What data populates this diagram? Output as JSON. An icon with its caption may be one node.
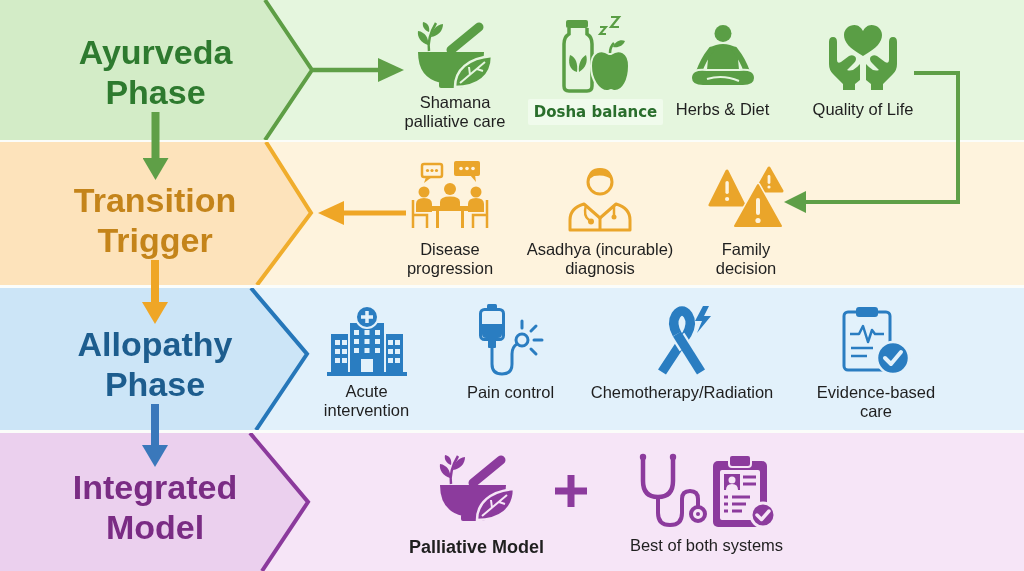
{
  "diagram": {
    "nodes": [
      {
        "text": [],
        "shape": "band"
      },
      {
        "text": [
          "Ayurveda Phase"
        ],
        "in": 0
      },
      {
        "text": [
          "Shamana palliative care"
        ],
        "in": 0
      },
      {
        "text": [
          "Dosha balance"
        ],
        "in": 0
      },
      {
        "text": [
          "Herbs & Diet"
        ],
        "in": 0
      },
      {
        "text": [
          "Quality of Life"
        ],
        "in": 0
      },
      {
        "text": [],
        "shape": "band"
      },
      {
        "text": [
          "Transition Trigger"
        ],
        "in": 6
      },
      {
        "text": [
          "Disease progression"
        ],
        "in": 6
      },
      {
        "text": [
          "Asadhya (incurable) diagnosis"
        ],
        "in": 6
      },
      {
        "text": [
          "Family decision"
        ],
        "in": 6
      },
      {
        "text": [],
        "shape": "band"
      },
      {
        "text": [
          "Allopathy Phase"
        ],
        "in": 11
      },
      {
        "text": [
          "Acute intervention"
        ],
        "in": 11
      },
      {
        "text": [
          "Pain control"
        ],
        "in": 11
      },
      {
        "text": [
          "Chemotherapy/Radiation"
        ],
        "in": 11
      },
      {
        "text": [
          "Evidence-based care"
        ],
        "in": 11
      },
      {
        "text": [],
        "shape": "band"
      },
      {
        "text": [
          "Integrated Model"
        ],
        "in": 17
      },
      {
        "text": [
          "Palliative Model"
        ],
        "in": 17
      },
      {
        "text": [
          "Best of both systems"
        ],
        "in": 17
      }
    ],
    "edges": [
      {
        "from": 1,
        "to": 7,
        "arrow": "to",
        "color": "#5f9f47"
      },
      {
        "from": null,
        "to": 2,
        "arrow": "to",
        "color": "#5f9f47"
      },
      {
        "from": 5,
        "to": 10,
        "arrow": "to",
        "color": "#5f9f47"
      },
      {
        "from": 7,
        "to": 12,
        "arrow": "to",
        "color": "#efa626"
      },
      {
        "from": 8,
        "to": null,
        "arrow": "to",
        "color": "#efa626"
      },
      {
        "from": 12,
        "to": 18,
        "arrow": "to",
        "color": "#3a78bb"
      }
    ]
  }
}
